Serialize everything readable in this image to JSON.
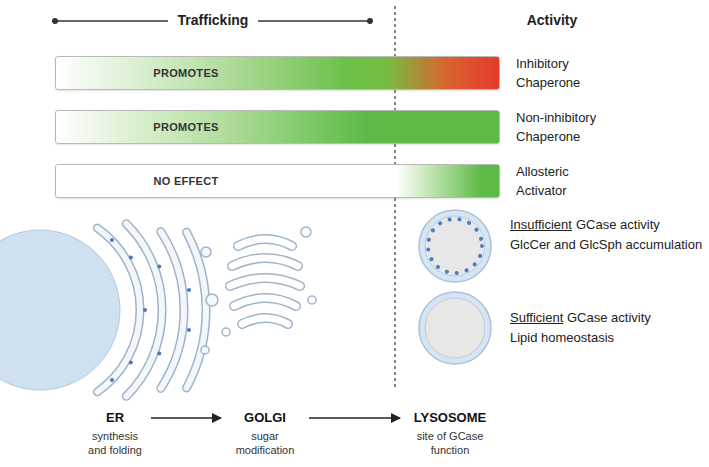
{
  "diagram": {
    "nodes": [
      {
        "text": [
          "PROMOTES",
          "Inhibitory Chaperone"
        ]
      },
      {
        "text": [
          "PROMOTES",
          "Non-inhibitory Chaperone"
        ]
      },
      {
        "text": [
          "NO EFFECT",
          "Allosteric Activator"
        ]
      },
      {
        "text": [
          "ER",
          "synthesis and folding"
        ]
      },
      {
        "text": [
          "GOLGI",
          "sugar modification"
        ]
      },
      {
        "text": [
          "LYSOSOME",
          "site of GCase function"
        ]
      }
    ],
    "edges": [
      {
        "from": 3,
        "to": 4,
        "arrow": "to"
      },
      {
        "from": 4,
        "to": 5,
        "arrow": "to"
      }
    ],
    "labels": [
      "Trafficking",
      "Activity",
      "Insufficient",
      "GCase activity",
      "GlcCer and GlcSph accumulation",
      "Sufficient",
      "GCase activity",
      "Lipid homeostasis"
    ]
  }
}
